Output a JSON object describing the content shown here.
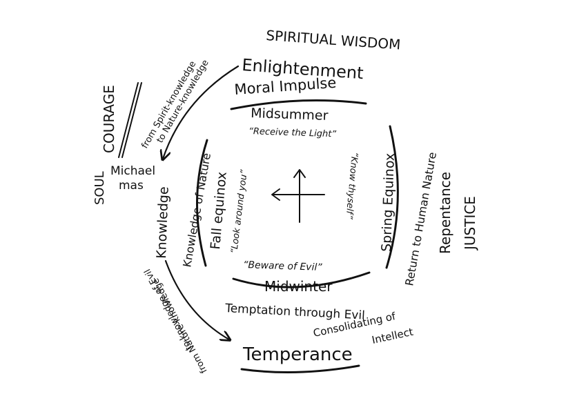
{
  "labels": {
    "spiritual_wisdom": "SPIRITUAL WISDOM",
    "enlightenment": "Enlightenment",
    "moral_impulse": "Moral Impulse",
    "midsummer": "Midsummer",
    "receive_the_light": "“Receive the Light”",
    "from_spirit_knowledge": "from Spirit-knowledge",
    "to_nature_knowledge": "to Nature-knowledge",
    "courage": "COURAGE",
    "soul": "SOUL",
    "michaelmas_line1": "Michael",
    "michaelmas_line2": "mas",
    "knowledge_of_nature": "Knowledge of Nature",
    "knowledge": "Knowledge",
    "fall_equinox": "Fall equinox",
    "look_around_you": "“Look around you”",
    "know_thyself": "“Know thyself”",
    "spring_equinox": "Spring Equinox",
    "return_to_human_nature": "Return to Human Nature",
    "repentance": "Repentance",
    "justice": "JUSTICE",
    "beware_of_evil": "“Beware of Evil”",
    "midwinter": "Midwinter",
    "temptation_through_evil": "Temptation through Evil",
    "consolidating_of": "Consolidating of",
    "intellect": "Intellect",
    "temperance": "Temperance",
    "from_nature_knowledge": "from Nature-knowledge",
    "to_knowledge_of_evil": "to knowledge of Evil"
  },
  "colors": {
    "ink": "#111111",
    "background": "#ffffff"
  },
  "icons": {
    "center_cross": "cross-with-arrows-icon"
  }
}
